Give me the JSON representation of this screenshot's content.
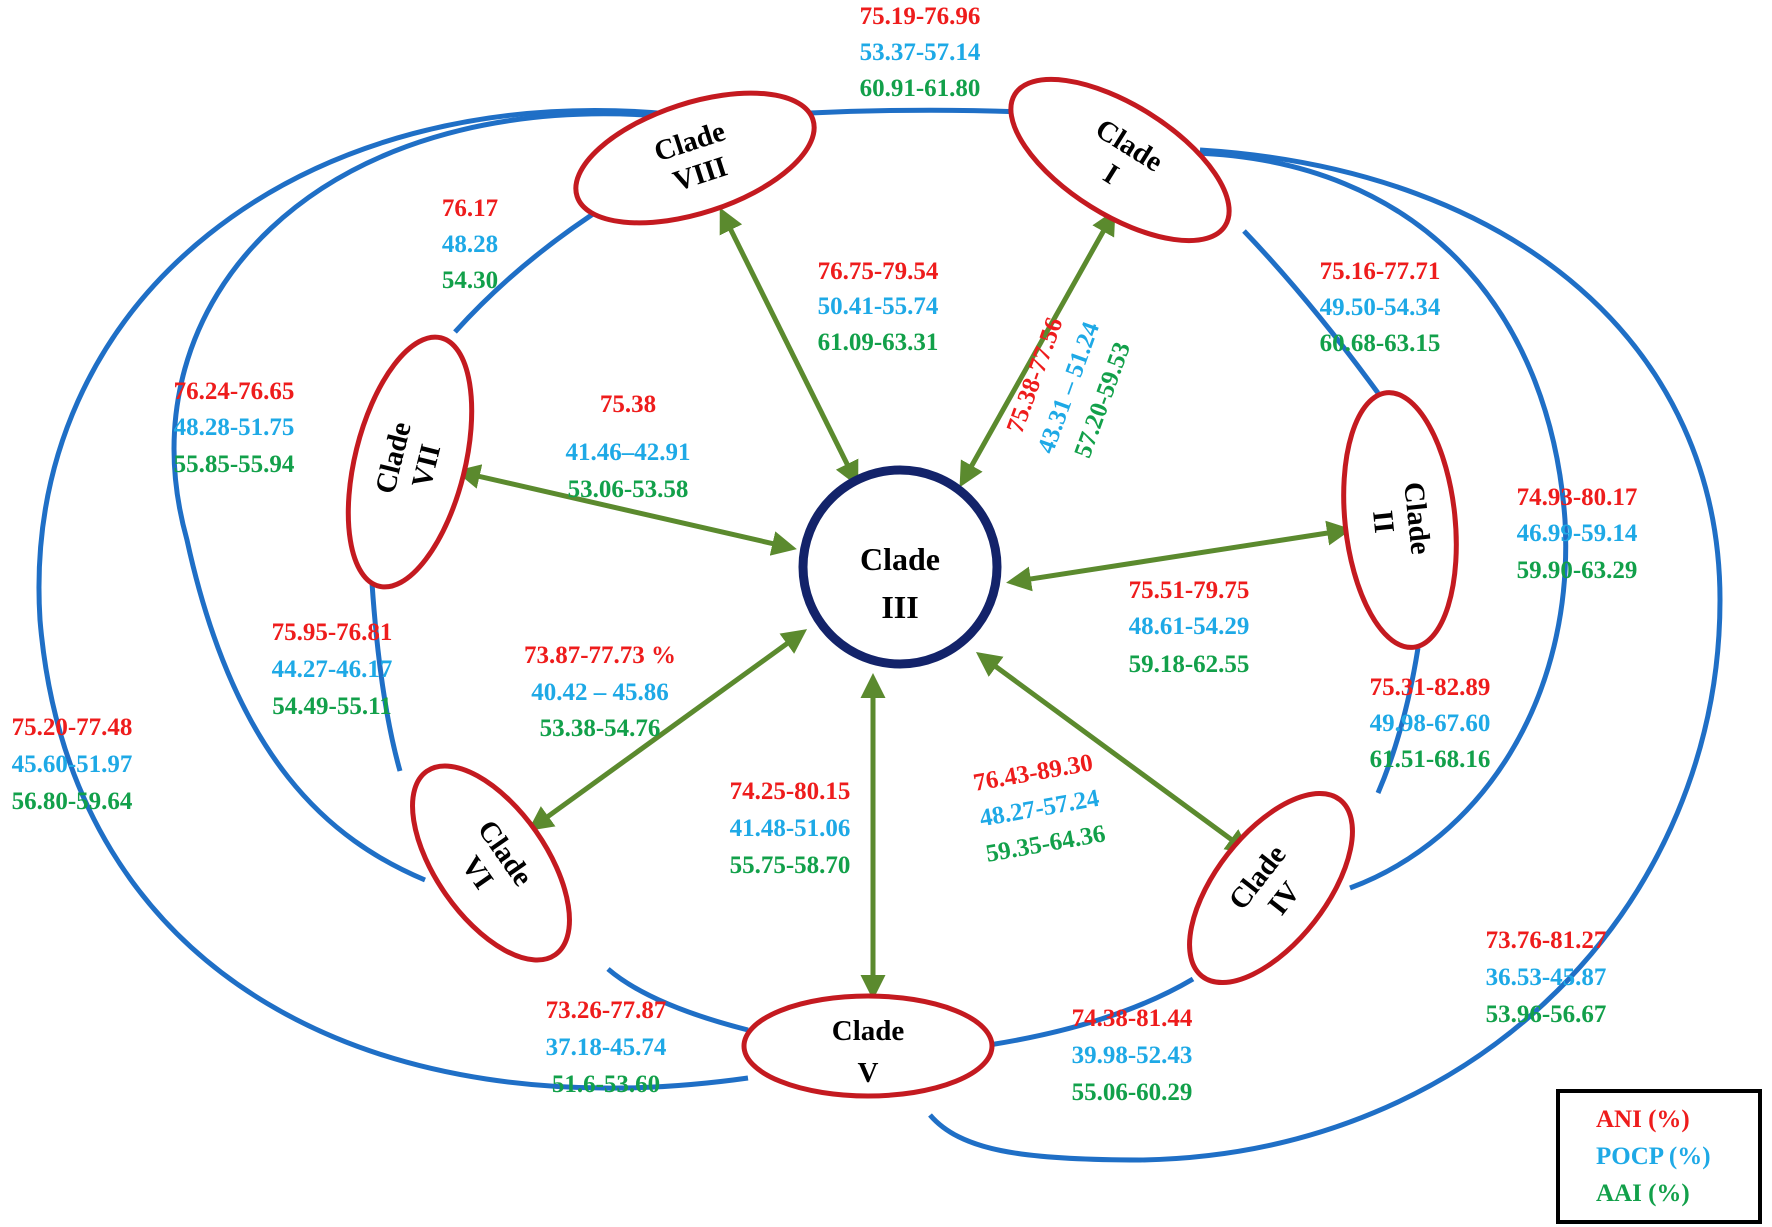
{
  "colors": {
    "ani": "#ee1c1c",
    "pocp": "#1ea9e6",
    "aai": "#12a04a",
    "outer_ring": "#1f6fc6",
    "clade_ellipse": "#c41a20",
    "center_circle": "#13236a",
    "arrow": "#5b8a2e"
  },
  "clades": {
    "viii": {
      "word": "Clade",
      "numeral": "VIII"
    },
    "i": {
      "word": "Clade",
      "numeral": "I"
    },
    "vii": {
      "word": "Clade",
      "numeral": "VII"
    },
    "ii": {
      "word": "Clade",
      "numeral": "II"
    },
    "vi": {
      "word": "Clade",
      "numeral": "VI"
    },
    "iv": {
      "word": "Clade",
      "numeral": "IV"
    },
    "v": {
      "word": "Clade",
      "numeral": "V"
    },
    "iii": {
      "word": "Clade",
      "numeral": "III"
    }
  },
  "values": {
    "viii_i": {
      "ani": "75.19-76.96",
      "pocp": "53.37-57.14",
      "aai": "60.91-61.80"
    },
    "vii_viii": {
      "ani": "76.17",
      "pocp": "48.28",
      "aai": "54.30"
    },
    "viii_iii": {
      "ani": "76.75-79.54",
      "pocp": "50.41-55.74",
      "aai": "61.09-63.31"
    },
    "i_iii": {
      "ani": "75.38-77.56",
      "pocp": "43.31 – 51.24",
      "aai": "57.20-59.53"
    },
    "i_ii": {
      "ani": "75.16-77.71",
      "pocp": "49.50-54.34",
      "aai": "60.68-63.15"
    },
    "vi_viii": {
      "ani": "76.24-76.65",
      "pocp": "48.28-51.75",
      "aai": "55.85-55.94"
    },
    "vii_iii": {
      "ani": "75.38",
      "pocp": "41.46–42.91",
      "aai": "53.06-53.58"
    },
    "i_iv": {
      "ani": "74.93-80.17",
      "pocp": "46.99-59.14",
      "aai": "59.90-63.29"
    },
    "ii_iii": {
      "ani": "75.51-79.75",
      "pocp": "48.61-54.29",
      "aai": "59.18-62.55"
    },
    "vi_vii": {
      "ani": "75.95-76.81",
      "pocp": "44.27-46.17",
      "aai": "54.49-55.11"
    },
    "vi_iii": {
      "ani": "73.87-77.73 %",
      "pocp": "40.42 – 45.86",
      "aai": "53.38-54.76"
    },
    "ii_iv": {
      "ani": "75.31-82.89",
      "pocp": "49.98-67.60",
      "aai": "61.51-68.16"
    },
    "v_viii": {
      "ani": "75.20-77.48",
      "pocp": "45.60-51.97",
      "aai": "56.80-59.64"
    },
    "v_iii": {
      "ani": "74.25-80.15",
      "pocp": "41.48-51.06",
      "aai": "55.75-58.70"
    },
    "iv_iii": {
      "ani": "76.43-89.30",
      "pocp": "48.27-57.24",
      "aai": "59.35-64.36"
    },
    "v_i": {
      "ani": "73.76-81.27",
      "pocp": "36.53-45.87",
      "aai": "53.96-56.67"
    },
    "v_vi": {
      "ani": "73.26-77.87",
      "pocp": "37.18-45.74",
      "aai": "51.6-53.60"
    },
    "v_iv": {
      "ani": "74.38-81.44",
      "pocp": "39.98-52.43",
      "aai": "55.06-60.29"
    }
  },
  "legend": {
    "ani": "ANI (%)",
    "pocp": "POCP (%)",
    "aai": "AAI (%)"
  }
}
